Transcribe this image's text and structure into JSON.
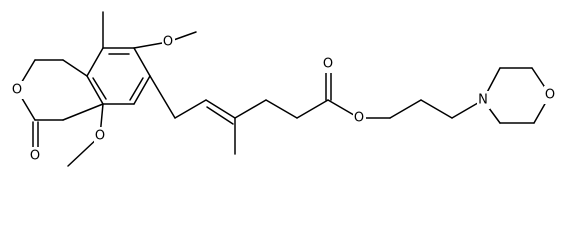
{
  "colors": {
    "background": "#ffffff",
    "bond": "#000000",
    "label": "#000000"
  },
  "atoms": [
    {
      "id": "o_lactone_ring",
      "label": "O"
    },
    {
      "id": "o_lactone_carbonyl",
      "label": "O"
    },
    {
      "id": "o_methoxy_top",
      "label": "O"
    },
    {
      "id": "o_methoxy_bottom",
      "label": "O"
    },
    {
      "id": "o_ester_carbonyl",
      "label": "O"
    },
    {
      "id": "o_ester_link",
      "label": "O"
    },
    {
      "id": "n_morpholine",
      "label": "N"
    },
    {
      "id": "o_morpholine",
      "label": "O"
    }
  ]
}
